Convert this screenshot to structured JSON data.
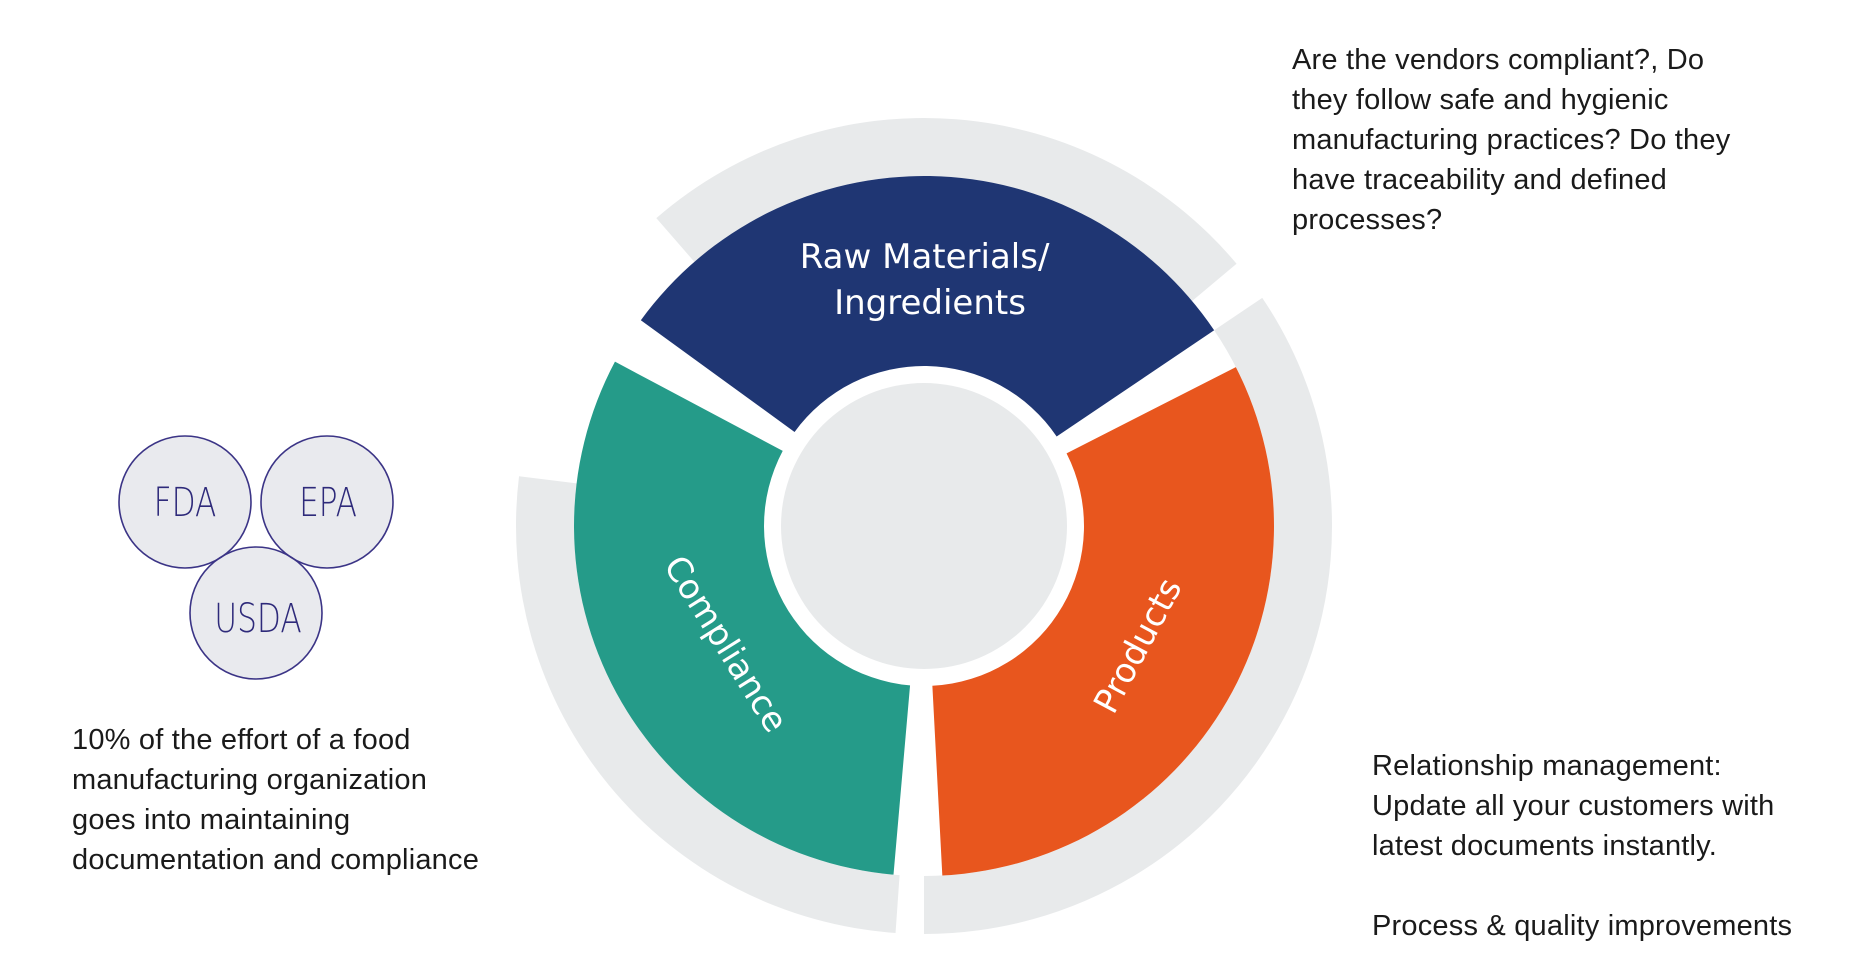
{
  "cycle": {
    "segments": [
      {
        "label_lines": [
          "Raw Materials/",
          "Ingredients"
        ],
        "color": "#1f3673"
      },
      {
        "label_lines": [
          "Products"
        ],
        "color": "#e8561e"
      },
      {
        "label_lines": [
          "Compliance"
        ],
        "color": "#259b89"
      }
    ],
    "ring_color": "#e8eaeb",
    "center_color": "#e8eaeb"
  },
  "venn": {
    "circles": [
      "FDA",
      "EPA",
      "USDA"
    ],
    "outline_color": "#3b3486",
    "fill_color": "#e9eaee",
    "overlap_color": "#fbe4ee",
    "center_color": "#f7941d"
  },
  "texts": {
    "top_right": "Are the vendors compliant?, Do\nthey follow safe and hygienic\nmanufacturing practices? Do they\nhave traceability and defined\nprocesses?",
    "bottom_right": "Relationship management:\nUpdate all your customers with\nlatest documents instantly.\n\nProcess & quality improvements",
    "bottom_left": "10% of the effort of a food\nmanufacturing organization\ngoes into maintaining\ndocumentation and compliance"
  }
}
